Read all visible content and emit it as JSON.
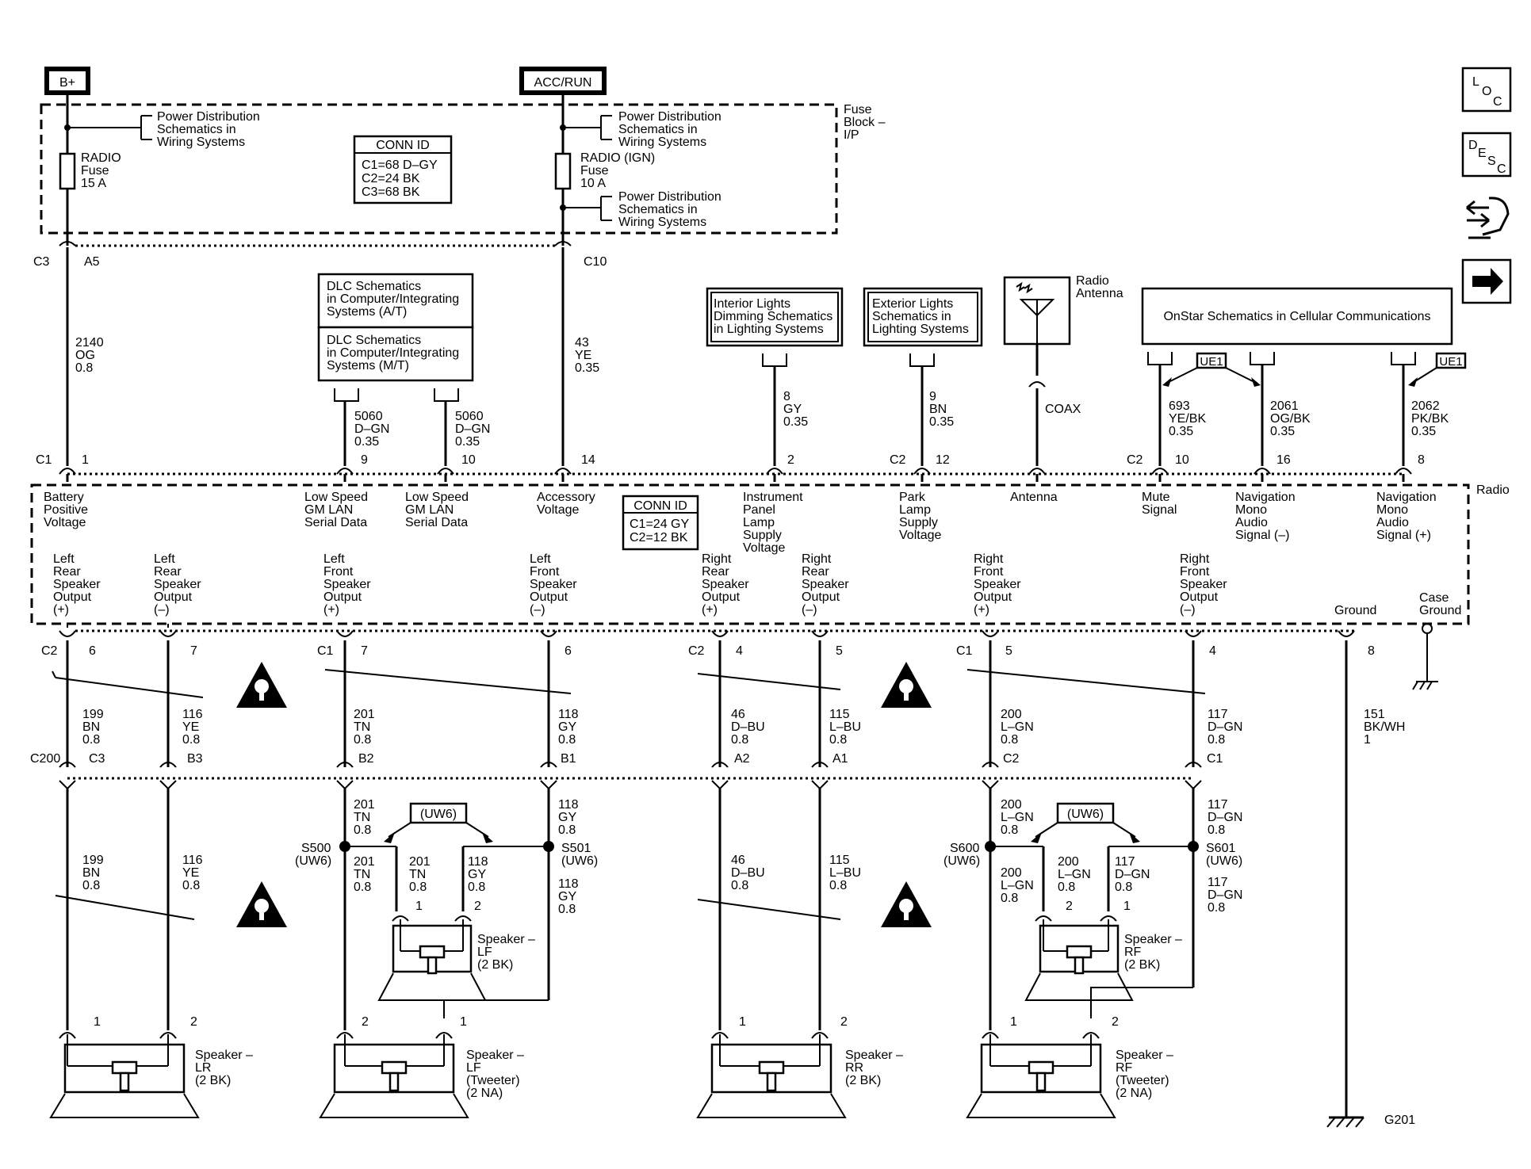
{
  "power": {
    "bplus": "B+",
    "accrun": "ACC/RUN",
    "fuse_block": [
      "Fuse",
      "Block –",
      "I/P"
    ],
    "pd_text": [
      "Power Distribution",
      "Schematics in",
      "Wiring Systems"
    ],
    "radio_fuse": [
      "RADIO",
      "Fuse",
      "15 A"
    ],
    "radio_ign_fuse": [
      "RADIO (IGN)",
      "Fuse",
      "10 A"
    ],
    "conn_id_title": "CONN ID",
    "conn_id_lines": [
      "C1=68 D–GY",
      "C2=24 BK",
      "C3=68 BK"
    ]
  },
  "nav_icons": {
    "loc": [
      "L",
      "O",
      "C"
    ],
    "desc": [
      "D",
      "E",
      "S",
      "C"
    ]
  },
  "upper": {
    "c3": "C3",
    "a5": "A5",
    "c10": "C10",
    "wire_2140": [
      "2140",
      "OG",
      "0.8"
    ],
    "wire_43": [
      "43",
      "YE",
      "0.35"
    ],
    "dlc_at": [
      "DLC Schematics",
      "in Computer/Integrating",
      "Systems (A/T)"
    ],
    "dlc_mt": [
      "DLC Schematics",
      "in Computer/Integrating",
      "Systems (M/T)"
    ],
    "wire_5060": [
      "5060",
      "D–GN",
      "0.35"
    ],
    "interior": [
      "Interior Lights",
      "Dimming Schematics",
      "in Lighting Systems"
    ],
    "exterior": [
      "Exterior Lights",
      "Schematics in",
      "Lighting Systems"
    ],
    "wire_8": [
      "8",
      "GY",
      "0.35"
    ],
    "wire_9": [
      "9",
      "BN",
      "0.35"
    ],
    "antenna": [
      "Radio",
      "Antenna"
    ],
    "coax": "COAX",
    "onstar": "OnStar Schematics in Cellular Communications",
    "ue1": "UE1",
    "wire_693": [
      "693",
      "YE/BK",
      "0.35"
    ],
    "wire_2061": [
      "2061",
      "OG/BK",
      "0.35"
    ],
    "wire_2062": [
      "2062",
      "PK/BK",
      "0.35"
    ]
  },
  "radio": {
    "name": "Radio",
    "c1": "C1",
    "c2": "C2",
    "pins": [
      "1",
      "9",
      "10",
      "14",
      "2",
      "12",
      "10",
      "16",
      "8"
    ],
    "labels": {
      "batt": [
        "Battery",
        "Positive",
        "Voltage"
      ],
      "lan1": [
        "Low Speed",
        "GM LAN",
        "Serial Data"
      ],
      "lan2": [
        "Low Speed",
        "GM LAN",
        "Serial Data"
      ],
      "acc": [
        "Accessory",
        "Voltage"
      ],
      "ip": [
        "Instrument",
        "Panel",
        "Lamp",
        "Supply",
        "Voltage"
      ],
      "park": [
        "Park",
        "Lamp",
        "Supply",
        "Voltage"
      ],
      "ant": [
        "Antenna"
      ],
      "mute": [
        "Mute",
        "Signal"
      ],
      "navm": [
        "Navigation",
        "Mono",
        "Audio",
        "Signal (–)"
      ],
      "navp": [
        "Navigation",
        "Mono",
        "Audio",
        "Signal (+)"
      ]
    },
    "conn_id_title": "CONN ID",
    "conn_id_lines": [
      "C1=24 GY",
      "C2=12 BK"
    ],
    "outputs": [
      [
        "Left",
        "Rear",
        "Speaker",
        "Output",
        "(+)"
      ],
      [
        "Left",
        "Rear",
        "Speaker",
        "Output",
        "(–)"
      ],
      [
        "Left",
        "Front",
        "Speaker",
        "Output",
        "(+)"
      ],
      [
        "Left",
        "Front",
        "Speaker",
        "Output",
        "(–)"
      ],
      [
        "Right",
        "Rear",
        "Speaker",
        "Output",
        "(+)"
      ],
      [
        "Right",
        "Rear",
        "Speaker",
        "Output",
        "(–)"
      ],
      [
        "Right",
        "Front",
        "Speaker",
        "Output",
        "(+)"
      ],
      [
        "Right",
        "Front",
        "Speaker",
        "Output",
        "(–)"
      ]
    ],
    "ground": "Ground",
    "case_ground": [
      "Case",
      "Ground"
    ]
  },
  "lower": {
    "bottom_conns": [
      "C2",
      "C1",
      "C2",
      "C1"
    ],
    "bottom_pins": [
      "6",
      "7",
      "7",
      "6",
      "4",
      "5",
      "5",
      "4",
      "8"
    ],
    "wires_top": [
      [
        "199",
        "BN",
        "0.8"
      ],
      [
        "116",
        "YE",
        "0.8"
      ],
      [
        "201",
        "TN",
        "0.8"
      ],
      [
        "118",
        "GY",
        "0.8"
      ],
      [
        "46",
        "D–BU",
        "0.8"
      ],
      [
        "115",
        "L–BU",
        "0.8"
      ],
      [
        "200",
        "L–GN",
        "0.8"
      ],
      [
        "117",
        "D–GN",
        "0.8"
      ]
    ],
    "wire_151": [
      "151",
      "BK/WH",
      "1"
    ],
    "c200": "C200",
    "c200_pins": [
      "C3",
      "B3",
      "B2",
      "B1",
      "A2",
      "A1",
      "C2",
      "C1"
    ],
    "uw6": "(UW6)",
    "s500": [
      "S500",
      "(UW6)"
    ],
    "s501": [
      "S501",
      "(UW6)"
    ],
    "s600": [
      "S600",
      "(UW6)"
    ],
    "s601": [
      "S601",
      "(UW6)"
    ],
    "spk_lf": [
      "Speaker –",
      "LF",
      "(2 BK)"
    ],
    "spk_rf": [
      "Speaker –",
      "RF",
      "(2 BK)"
    ],
    "spk_lr": [
      "Speaker –",
      "LR",
      "(2 BK)"
    ],
    "spk_lft": [
      "Speaker –",
      "LF",
      "(Tweeter)",
      "(2 NA)"
    ],
    "spk_rr": [
      "Speaker –",
      "RR",
      "(2 BK)"
    ],
    "spk_rft": [
      "Speaker –",
      "RF",
      "(Tweeter)",
      "(2 NA)"
    ],
    "g201": "G201",
    "pin1": "1",
    "pin2": "2"
  }
}
